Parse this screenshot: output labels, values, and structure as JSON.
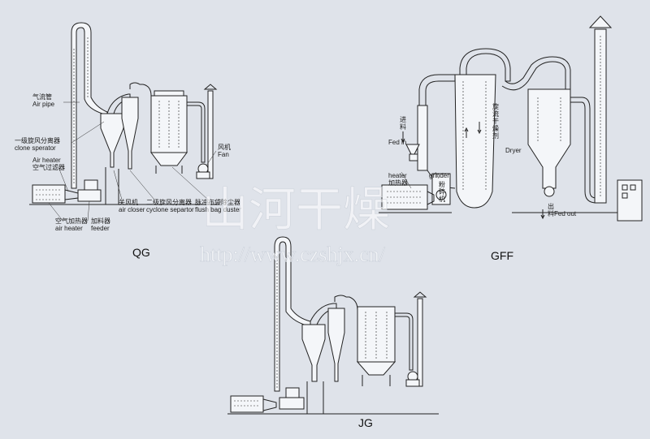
{
  "qg": {
    "caption": "QG",
    "labels": {
      "air_pipe_cn": "气流管",
      "air_pipe_en": "Air pipe",
      "clone_cn": "一级旋风分离器",
      "clone_en": "clone sperator",
      "air_heater_filter_en": "Air heater",
      "air_heater_filter_cn": "空气过滤器",
      "heater_cn": "空气加热器",
      "heater_en": "air heater",
      "feeder_cn": "加料器",
      "feeder_en": "feeder",
      "closer_cn": "关风机",
      "closer_en": "air closer",
      "cyclone2_cn": "二级旋风分离器",
      "cyclone2_en": "cyclone separtor",
      "bag_cn": "脉冲布袋除尘器",
      "bag_en": "flush bag duster",
      "fan_cn": "风机",
      "fan_en": "Fan"
    }
  },
  "gff": {
    "caption": "GFF",
    "labels": {
      "feed_in_cn1": "进",
      "feed_in_cn2": "料",
      "feed_in_en": "Fed in",
      "heater_en": "heater",
      "heater_cn": "加热器",
      "grinder_en": "grinder",
      "grinder_cn1": "粉",
      "grinder_cn2": "碎",
      "grinder_cn3": "机",
      "dryer_cn1": "旋",
      "dryer_cn2": "流",
      "dryer_cn3": "干",
      "dryer_cn4": "燥",
      "dryer_cn5": "剂",
      "dryer_en": "Dryer",
      "out_cn1": "出",
      "out_cn2": "料",
      "out_en": "Fed out"
    }
  },
  "jg": {
    "caption": "JG"
  },
  "watermark": {
    "brand": "山河干燥",
    "url": "http://www.czshjx.cn/"
  }
}
